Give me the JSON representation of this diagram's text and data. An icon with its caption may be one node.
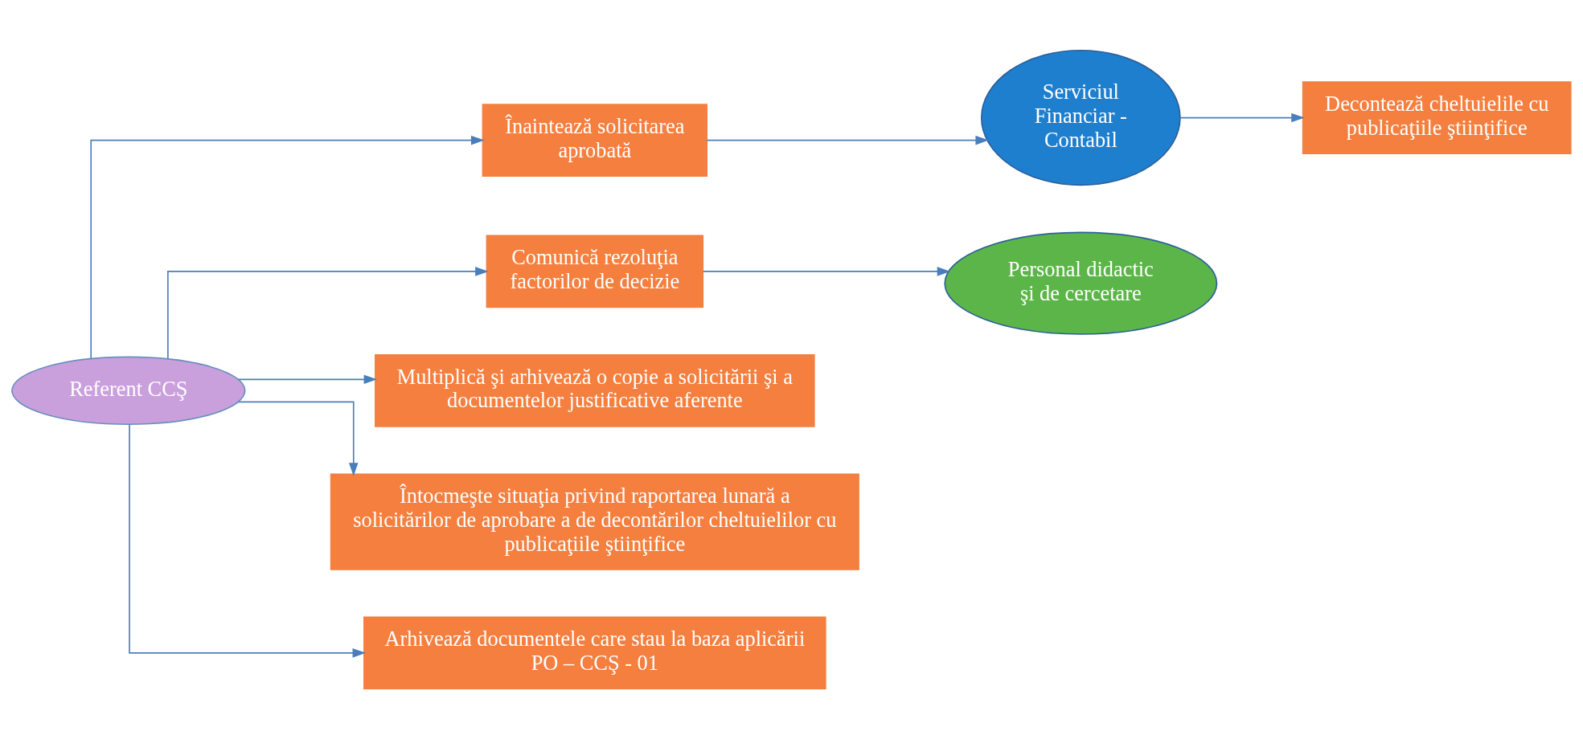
{
  "diagram": {
    "nodes": [
      {
        "text": [
          "Referent CCŞ"
        ]
      },
      {
        "text": [
          "Înaintează solicitarea aprobată"
        ]
      },
      {
        "text": [
          "Serviciul Financiar - Contabil"
        ]
      },
      {
        "text": [
          "Decontează cheltuielile cu publicaţiile ştiinţifice"
        ]
      },
      {
        "text": [
          "Comunică rezoluţia factorilor de decizie"
        ]
      },
      {
        "text": [
          "Personal didactic şi de cercetare"
        ]
      },
      {
        "text": [
          "Multiplică şi arhivează o copie a solicitării şi a documentelor justificative aferente"
        ]
      },
      {
        "text": [
          "Întocmeşte situaţia privind raportarea lunară a solicitărilor de aprobare a de decontărilor cheltuielilor cu publicaţiile ştiinţifice"
        ]
      },
      {
        "text": [
          "Arhivează documentele care stau la baza aplicării PO – CCŞ - 01"
        ]
      }
    ],
    "edges": [
      {
        "from": 0,
        "to": 1,
        "arrow": "to"
      },
      {
        "from": 0,
        "to": 4,
        "arrow": "to"
      },
      {
        "from": 0,
        "to": 6,
        "arrow": "to"
      },
      {
        "from": 0,
        "to": 7,
        "arrow": "to"
      },
      {
        "from": 0,
        "to": 8,
        "arrow": "to"
      },
      {
        "from": 1,
        "to": 2,
        "arrow": "to"
      },
      {
        "from": 2,
        "to": 3,
        "arrow": "to"
      },
      {
        "from": 4,
        "to": 5,
        "arrow": "to"
      }
    ]
  }
}
